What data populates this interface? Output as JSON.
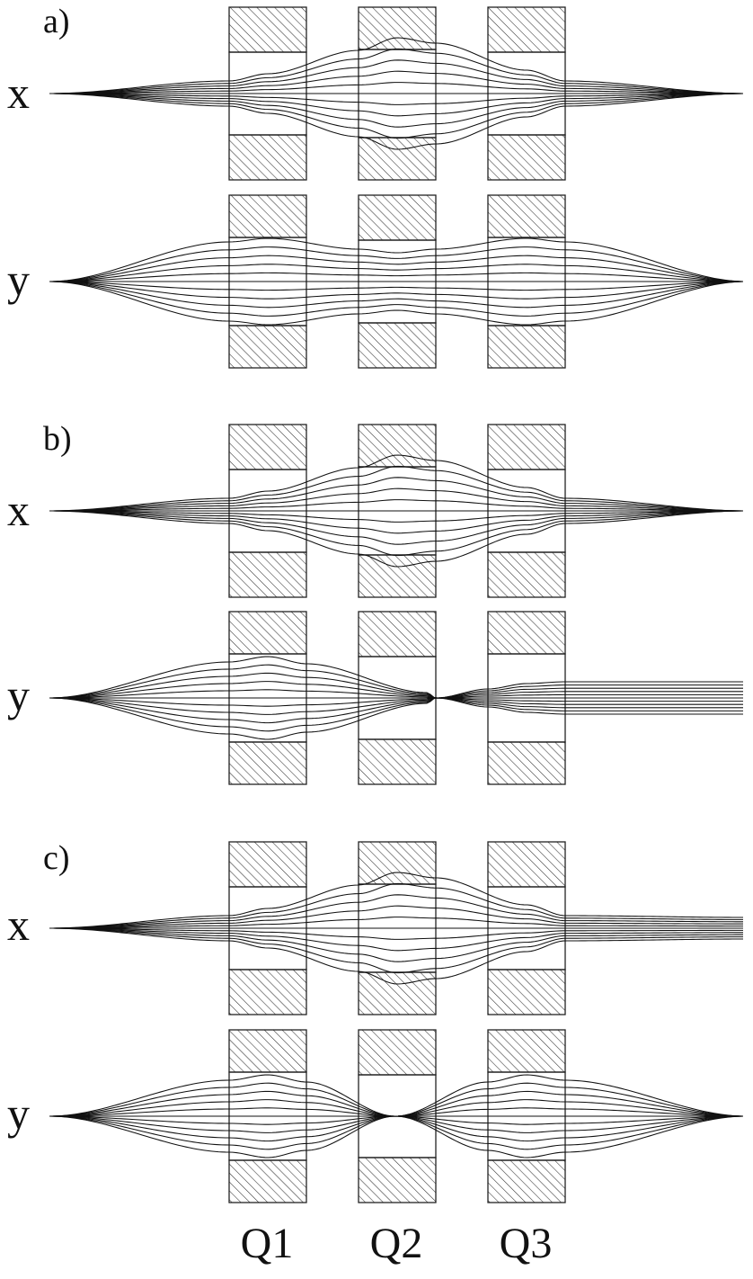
{
  "panels": [
    {
      "label": "a)",
      "rows": [
        {
          "axis": "x",
          "lens": [
            -1,
            1,
            -1
          ],
          "out": "focus"
        },
        {
          "axis": "y",
          "lens": [
            1,
            -1,
            1
          ],
          "out": "focus"
        }
      ]
    },
    {
      "label": "b)",
      "rows": [
        {
          "axis": "x",
          "lens": [
            -1,
            1,
            -1
          ],
          "out": "focus"
        },
        {
          "axis": "y",
          "lens": [
            1,
            -1,
            1
          ],
          "out": "parallel"
        }
      ]
    },
    {
      "label": "c)",
      "rows": [
        {
          "axis": "x",
          "lens": [
            -1,
            1,
            -1
          ],
          "out": "parallel"
        },
        {
          "axis": "y",
          "lens": [
            1,
            -1,
            1
          ],
          "out": "focus"
        }
      ]
    }
  ],
  "quadrupoles": [
    "Q1",
    "Q2",
    "Q3"
  ],
  "ray_count": 11,
  "colors": {
    "line": "#111111",
    "hatch": "#333333",
    "background": "#ffffff"
  }
}
